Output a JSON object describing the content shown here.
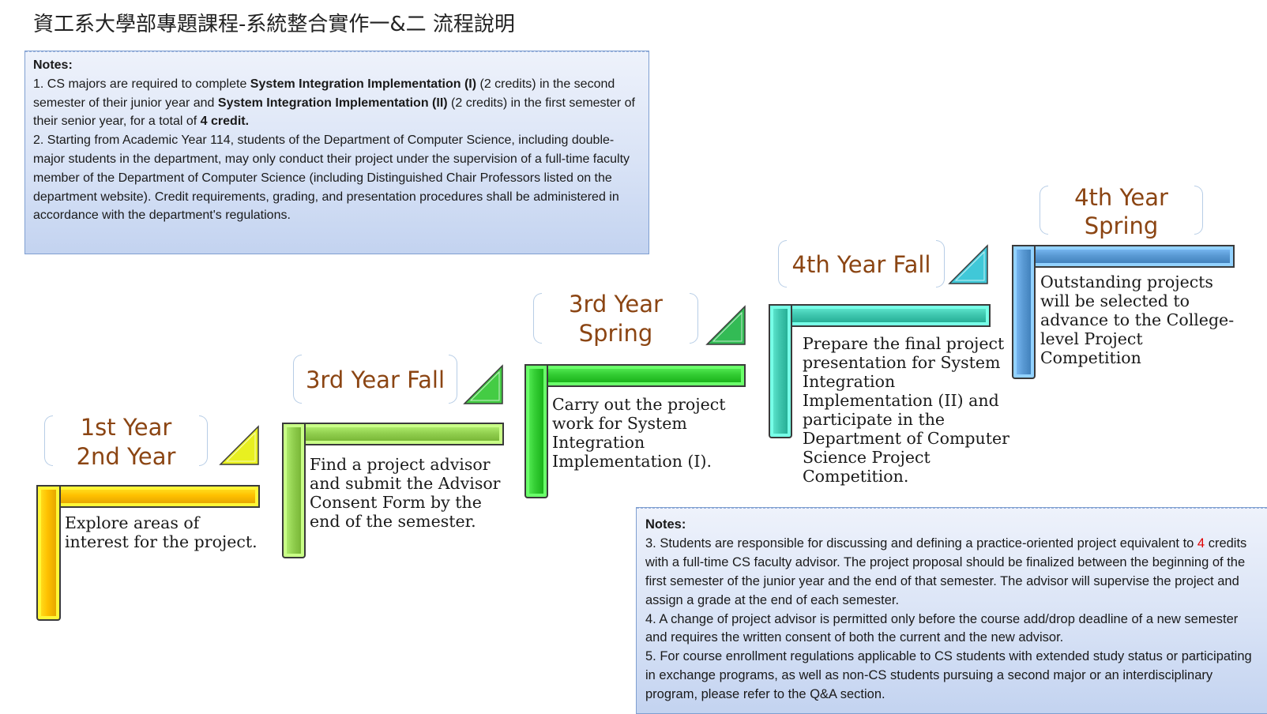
{
  "title": "資工系大學部專題課程-系統整合實作一&二 流程說明",
  "notes_top": {
    "heading": "Notes:",
    "n1_a": "1. CS majors are required to complete ",
    "n1_b": "System Integration Implementation (I)",
    "n1_c": " (2 credits) in the second semester of their junior year and ",
    "n1_d": "System Integration Implementation (II)",
    "n1_e": " (2 credits) in the first semester of their senior year, for a total of ",
    "n1_f": "4 credit.",
    "n2": "2. Starting from Academic Year 114, students of the Department of Computer Science, including double-major students in the department, may only conduct their project under the supervision of a full-time faculty member of the Department of Computer Science (including Distinguished Chair Professors listed on the department website). Credit requirements, grading, and presentation procedures shall be administered in accordance with the department's regulations."
  },
  "notes_bottom": {
    "heading": "Notes:",
    "n3_a": "3. Students are responsible for discussing and defining a practice-oriented project equivalent to ",
    "n3_num": "4",
    "n3_b": " credits with a full-time CS faculty advisor. The project proposal should be finalized between the beginning of the first semester of the junior year and the end of that semester. The advisor will supervise the project and assign a grade at the end of each semester.",
    "n4": "4. A change of project advisor is permitted only before the course add/drop deadline of a new semester and requires the written consent of both the current and the new advisor.",
    "n5": "5. For course enrollment regulations applicable to CS students with extended study status or participating in exchange programs, as well as non-CS students pursuing a second major or an interdisciplinary program, please refer to the Q&A section."
  },
  "steps": [
    {
      "label_1": "1st Year",
      "label_2": "2nd Year",
      "text": "Explore areas of interest for the project.",
      "color": "#ffc000"
    },
    {
      "label_1": "3rd Year Fall",
      "label_2": "",
      "text": "Find a project advisor and submit the Advisor Consent Form by the end of the semester.",
      "color": "#92d050"
    },
    {
      "label_1": "3rd Year",
      "label_2": "Spring",
      "text": "Carry out the project work for System Integration Implementation (I).",
      "color": "#33cc33"
    },
    {
      "label_1": "4th Year Fall",
      "label_2": "",
      "text": "Prepare the final project presentation for System Integration Implementation (II) and participate in the Department of Computer Science Project Competition.",
      "color": "#40c8b0"
    },
    {
      "label_1": "4th Year",
      "label_2": "Spring",
      "text": "Outstanding projects will be selected to advance to the College-level Project Competition",
      "color": "#5b9bd5"
    }
  ],
  "triangle_colors": [
    "#e8f020",
    "#44cc44",
    "#33bb55",
    "#40c8d8"
  ]
}
